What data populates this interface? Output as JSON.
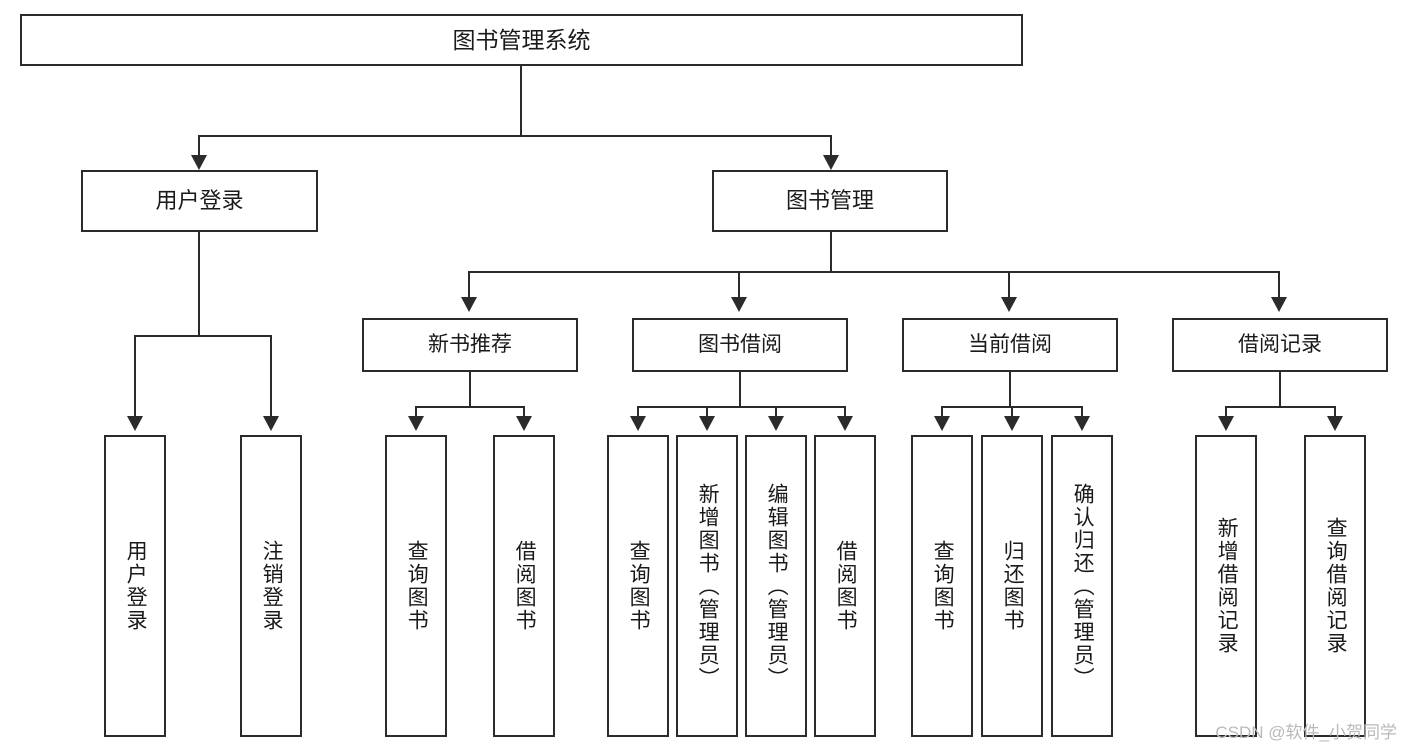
{
  "diagram": {
    "title": "图书管理系统",
    "type": "tree",
    "root": {
      "label": "图书管理系统"
    },
    "level1": [
      {
        "id": "user-login",
        "label": "用户登录"
      },
      {
        "id": "book-management",
        "label": "图书管理"
      }
    ],
    "level2": [
      {
        "id": "new-book-recommend",
        "label": "新书推荐",
        "parent": "book-management"
      },
      {
        "id": "book-borrow",
        "label": "图书借阅",
        "parent": "book-management"
      },
      {
        "id": "current-borrow",
        "label": "当前借阅",
        "parent": "book-management"
      },
      {
        "id": "borrow-record",
        "label": "借阅记录",
        "parent": "book-management"
      }
    ],
    "leaves": {
      "user-login": [
        {
          "id": "leaf-user-login",
          "label": "用户登录"
        },
        {
          "id": "leaf-logout-login",
          "label": "注销登录"
        }
      ],
      "new-book-recommend": [
        {
          "id": "leaf-query-book-1",
          "label": "查询图书"
        },
        {
          "id": "leaf-borrow-book-1",
          "label": "借阅图书"
        }
      ],
      "book-borrow": [
        {
          "id": "leaf-query-book-2",
          "label": "查询图书"
        },
        {
          "id": "leaf-add-book-admin",
          "label": "新增图书（管理员）"
        },
        {
          "id": "leaf-edit-book-admin",
          "label": "编辑图书（管理员）"
        },
        {
          "id": "leaf-borrow-book-2",
          "label": "借阅图书"
        }
      ],
      "current-borrow": [
        {
          "id": "leaf-query-book-3",
          "label": "查询图书"
        },
        {
          "id": "leaf-return-book",
          "label": "归还图书"
        },
        {
          "id": "leaf-confirm-return-admin",
          "label": "确认归还（管理员）"
        }
      ],
      "borrow-record": [
        {
          "id": "leaf-add-borrow-record",
          "label": "新增借阅记录"
        },
        {
          "id": "leaf-query-borrow-record",
          "label": "查询借阅记录"
        }
      ]
    }
  },
  "watermark": {
    "text": "CSDN @软件_小贺同学"
  },
  "colors": {
    "background": "#ffffff",
    "box_border": "#2b2b2b",
    "text": "#1a1a1a",
    "connector": "#2b2b2b",
    "watermark": "#b9b9b9"
  }
}
